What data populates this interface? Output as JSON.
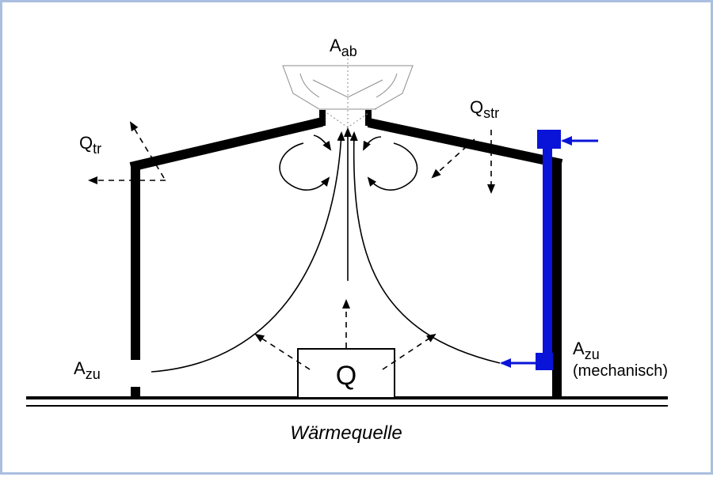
{
  "labels": {
    "a_ab": {
      "main": "A",
      "sub": "ab"
    },
    "q_str": {
      "main": "Q",
      "sub": "str"
    },
    "q_tr": {
      "main": "Q",
      "sub": "tr"
    },
    "a_zu_left": {
      "main": "A",
      "sub": "zu"
    },
    "a_zu_right": {
      "main": "A",
      "sub": "zu",
      "note": "(mechanisch)"
    },
    "heat_source": "Q",
    "caption": "Wärmequelle"
  },
  "colors": {
    "structure": "#000000",
    "mechanical_supply": "#0a14d8",
    "frame": "#aabfe0",
    "hood": "#8c8c8c"
  }
}
